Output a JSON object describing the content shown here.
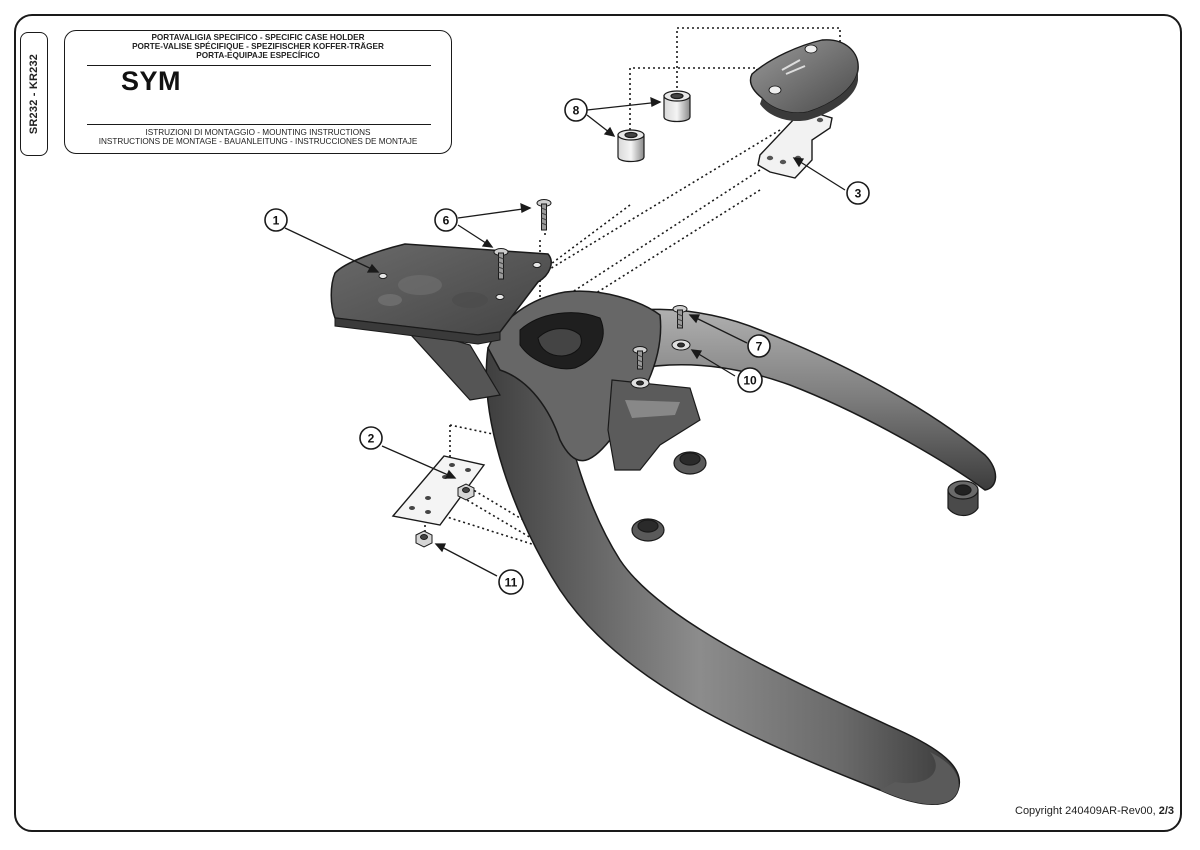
{
  "side_code": "SR232 - KR232",
  "title_block": {
    "lines_top": [
      "PORTAVALIGIA SPECIFICO  -  SPECIFIC CASE HOLDER",
      "PORTE-VALISE SPÉCIFIQUE - SPEZIFISCHER KOFFER-TRÄGER",
      "PORTA-EQUIPAJE ESPECÍFICO"
    ],
    "brand": "SYM",
    "lines_bottom": [
      "ISTRUZIONI DI MONTAGGIO  -  MOUNTING INSTRUCTIONS",
      "INSTRUCTIONS DE MONTAGE - BAUANLEITUNG - INSTRUCCIONES DE MONTAJE"
    ]
  },
  "callouts": [
    "1",
    "2",
    "3",
    "6",
    "7",
    "8",
    "10",
    "11"
  ],
  "copyright": {
    "text": "Copyright 240409AR-Rev00, ",
    "page": "2/3"
  },
  "colors": {
    "ink": "#1a1a1a",
    "metal_dark": "#4e4e4e",
    "metal_mid": "#7a7a7a",
    "metal_light": "#b5b5b5"
  }
}
